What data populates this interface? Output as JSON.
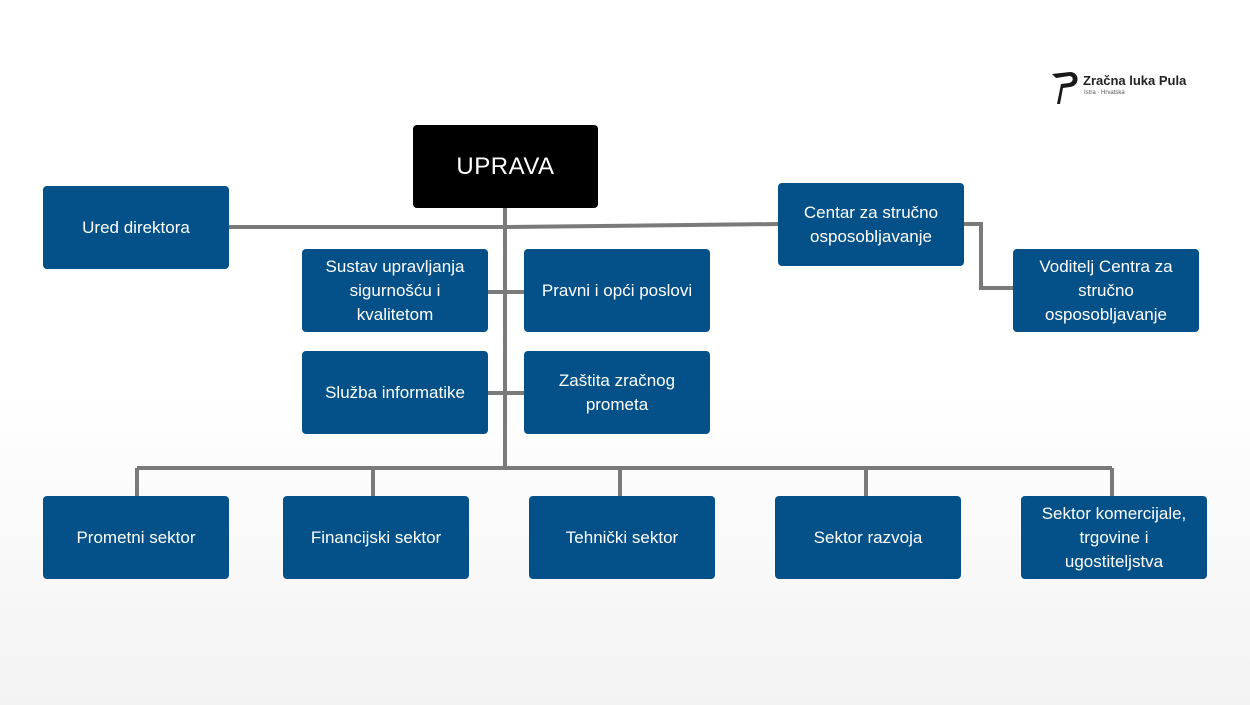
{
  "logo": {
    "name": "Zračna luka Pula",
    "sub": "Istra · Hrvatska"
  },
  "top": {
    "label": "UPRAVA"
  },
  "staff": {
    "ured": "Ured direktora",
    "centar": "Centar za stručno osposobljavanje",
    "voditelj": "Voditelj Centra za stručno osposobljavanje",
    "sustav": "Sustav upravljanja sigurnošću i kvalitetom",
    "pravni": "Pravni i opći poslovi",
    "informatika": "Služba informatike",
    "zastita": "Zaštita zračnog prometa"
  },
  "sectors": [
    "Prometni sektor",
    "Financijski sektor",
    "Tehnički sektor",
    "Sektor razvoja",
    "Sektor komercijale, trgovine i ugostiteljstva"
  ]
}
